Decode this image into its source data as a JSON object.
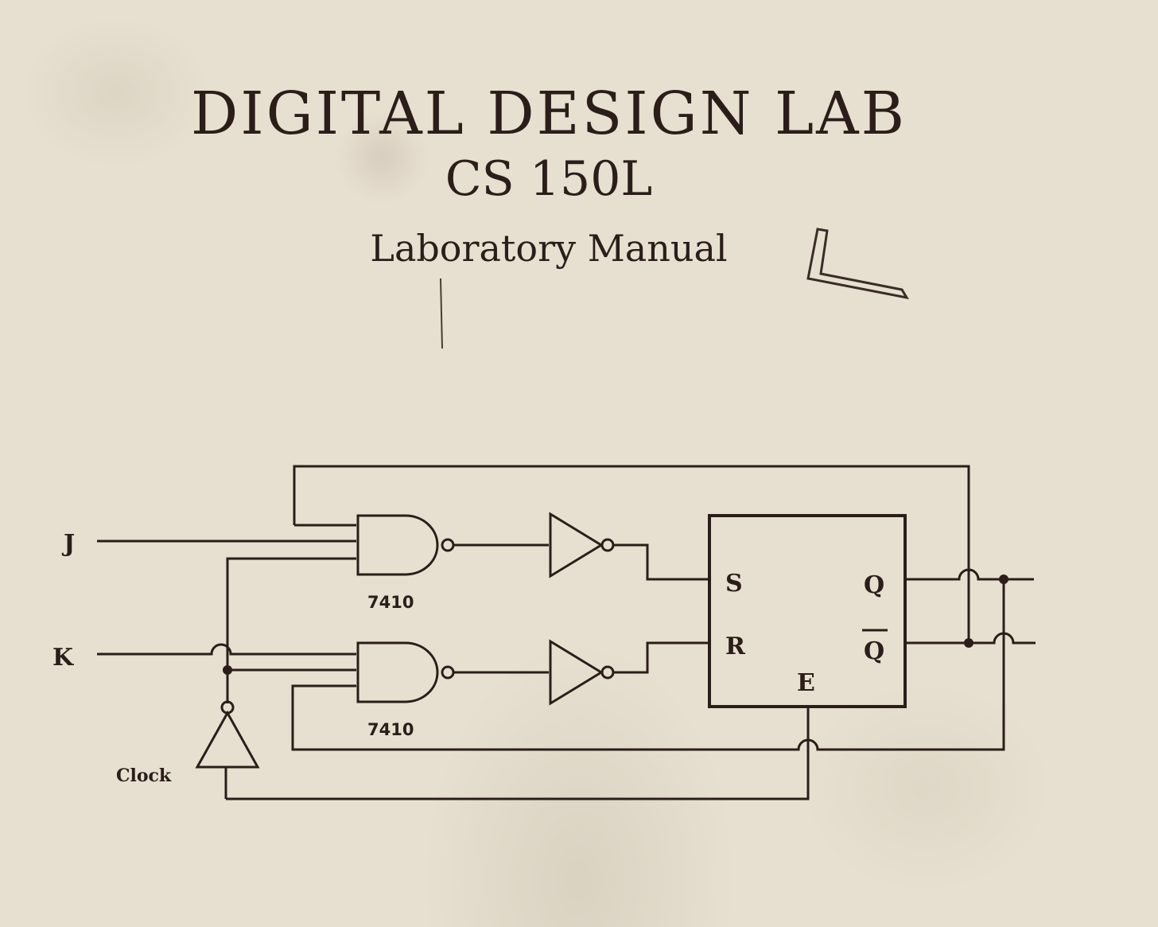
{
  "cover": {
    "title": "DIGITAL DESIGN LAB",
    "course": "CS 150L",
    "subtitle": "Laboratory Manual"
  },
  "circuit": {
    "inputs": {
      "j": "J",
      "k": "K",
      "clock": "Clock"
    },
    "gate_labels": {
      "upper": "7410",
      "lower": "7410"
    },
    "latch": {
      "s": "S",
      "r": "R",
      "e": "E",
      "q": "Q",
      "q_bar": "Q"
    }
  },
  "colors": {
    "ink": "#2b1e1a",
    "paper": "#e7e0d0"
  }
}
